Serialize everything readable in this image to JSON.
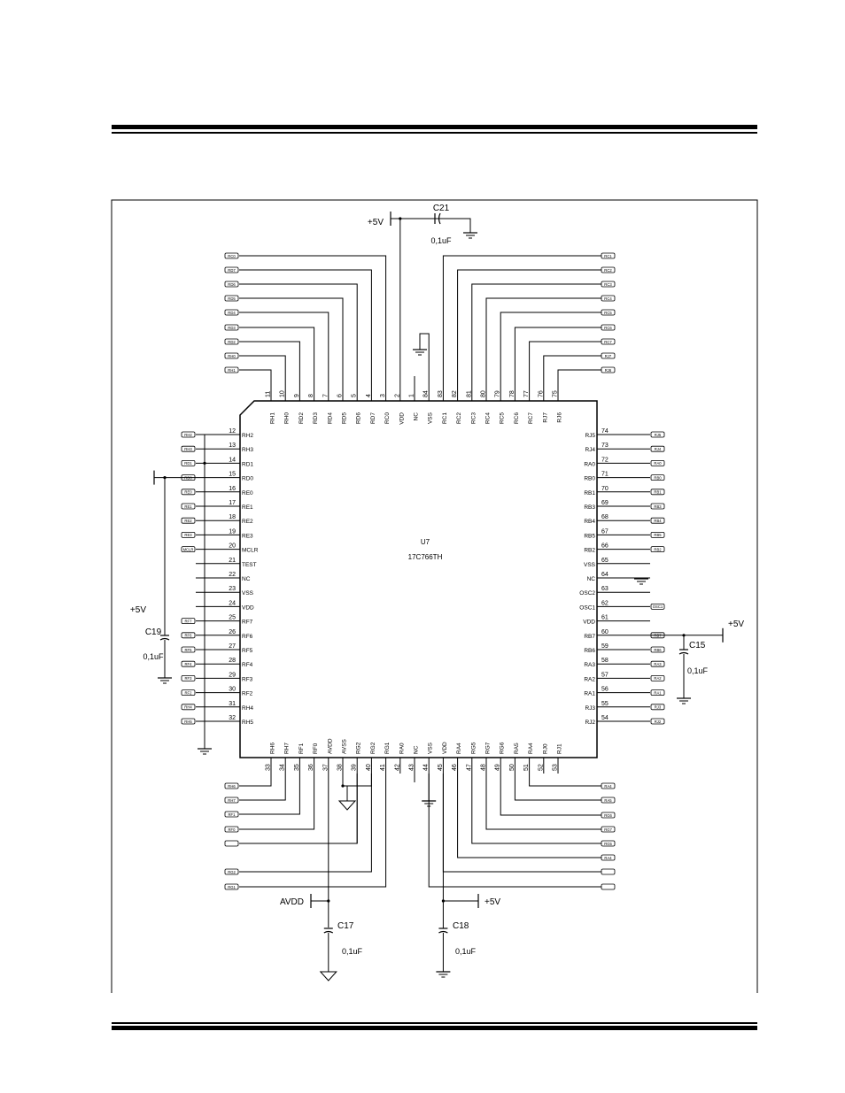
{
  "chip": {
    "ref": "U7",
    "part": "17C766TH"
  },
  "pins": [
    {
      "num": "11",
      "name": "RH1",
      "net": "RH1"
    },
    {
      "num": "10",
      "name": "RH0",
      "net": "RH0"
    },
    {
      "num": "9",
      "name": "RD2",
      "net": "RD2"
    },
    {
      "num": "8",
      "name": "RD3",
      "net": "RD3"
    },
    {
      "num": "7",
      "name": "RD4",
      "net": "RD4"
    },
    {
      "num": "6",
      "name": "RD5",
      "net": "RD5"
    },
    {
      "num": "5",
      "name": "RD6",
      "net": "RD6"
    },
    {
      "num": "4",
      "name": "RD7",
      "net": "RD7"
    },
    {
      "num": "3",
      "name": "RC0",
      "net": "RC0"
    },
    {
      "num": "2",
      "name": "VDD",
      "net": ""
    },
    {
      "num": "1",
      "name": "NC",
      "net": ""
    },
    {
      "num": "84",
      "name": "VSS",
      "net": ""
    },
    {
      "num": "83",
      "name": "RC1",
      "net": "RC1"
    },
    {
      "num": "82",
      "name": "RC2",
      "net": "RC2"
    },
    {
      "num": "81",
      "name": "RC3",
      "net": "RC3"
    },
    {
      "num": "80",
      "name": "RC4",
      "net": "RC4"
    },
    {
      "num": "79",
      "name": "RC5",
      "net": "RC5"
    },
    {
      "num": "78",
      "name": "RC6",
      "net": "RC6"
    },
    {
      "num": "77",
      "name": "RC7",
      "net": "RC7"
    },
    {
      "num": "76",
      "name": "RJ7",
      "net": "RJ7"
    },
    {
      "num": "75",
      "name": "RJ6",
      "net": "RJ6"
    },
    {
      "num": "12",
      "name": "RH2",
      "net": "RH2"
    },
    {
      "num": "13",
      "name": "RH3",
      "net": "RH3"
    },
    {
      "num": "14",
      "name": "RD1",
      "net": "RD1"
    },
    {
      "num": "15",
      "name": "RD0",
      "net": "RD0"
    },
    {
      "num": "16",
      "name": "RE0",
      "net": "RE0"
    },
    {
      "num": "17",
      "name": "RE1",
      "net": "RE1"
    },
    {
      "num": "18",
      "name": "RE2",
      "net": "RE2"
    },
    {
      "num": "19",
      "name": "RE3",
      "net": "RE3"
    },
    {
      "num": "20",
      "name": "MCLR",
      "net": "MCLR"
    },
    {
      "num": "21",
      "name": "TEST",
      "net": ""
    },
    {
      "num": "22",
      "name": "NC",
      "net": ""
    },
    {
      "num": "23",
      "name": "VSS",
      "net": ""
    },
    {
      "num": "24",
      "name": "VDD",
      "net": ""
    },
    {
      "num": "25",
      "name": "RF7",
      "net": "RF7"
    },
    {
      "num": "26",
      "name": "RF6",
      "net": "RF6"
    },
    {
      "num": "27",
      "name": "RF5",
      "net": "RF5"
    },
    {
      "num": "28",
      "name": "RF4",
      "net": "RF4"
    },
    {
      "num": "29",
      "name": "RF3",
      "net": "RF3"
    },
    {
      "num": "30",
      "name": "RF2",
      "net": "RF2"
    },
    {
      "num": "31",
      "name": "RH4",
      "net": "RH4"
    },
    {
      "num": "32",
      "name": "RH5",
      "net": "RH5"
    },
    {
      "num": "74",
      "name": "RJ5",
      "net": "RJ5"
    },
    {
      "num": "73",
      "name": "RJ4",
      "net": "RJ4"
    },
    {
      "num": "72",
      "name": "RA0",
      "net": "RA0"
    },
    {
      "num": "71",
      "name": "RB0",
      "net": "RB0"
    },
    {
      "num": "70",
      "name": "RB1",
      "net": "RB1"
    },
    {
      "num": "69",
      "name": "RB3",
      "net": "RB3"
    },
    {
      "num": "68",
      "name": "RB4",
      "net": "RB4"
    },
    {
      "num": "67",
      "name": "RB5",
      "net": "RB5"
    },
    {
      "num": "66",
      "name": "RB2",
      "net": "RB2"
    },
    {
      "num": "65",
      "name": "VSS",
      "net": ""
    },
    {
      "num": "64",
      "name": "NC",
      "net": ""
    },
    {
      "num": "63",
      "name": "OSC2",
      "net": ""
    },
    {
      "num": "62",
      "name": "OSC1",
      "net": "OSC1"
    },
    {
      "num": "61",
      "name": "VDD",
      "net": ""
    },
    {
      "num": "60",
      "name": "RB7",
      "net": "RB7"
    },
    {
      "num": "59",
      "name": "RB6",
      "net": "RB6"
    },
    {
      "num": "58",
      "name": "RA3",
      "net": "RA3"
    },
    {
      "num": "57",
      "name": "RA2",
      "net": "RA2"
    },
    {
      "num": "56",
      "name": "RA1",
      "net": "RA1"
    },
    {
      "num": "55",
      "name": "RJ3",
      "net": "RJ3"
    },
    {
      "num": "54",
      "name": "RJ2",
      "net": "RJ2"
    },
    {
      "num": "33",
      "name": "RH6",
      "net": "RH6"
    },
    {
      "num": "34",
      "name": "RH7",
      "net": "RH7"
    },
    {
      "num": "35",
      "name": "RF1",
      "net": "RF1"
    },
    {
      "num": "36",
      "name": "RF0",
      "net": "RF0"
    },
    {
      "num": "37",
      "name": "AVDD",
      "net": ""
    },
    {
      "num": "38",
      "name": "AVSS",
      "net": ""
    },
    {
      "num": "39",
      "name": "RG2",
      "net": ""
    },
    {
      "num": "40",
      "name": "RG2",
      "net": "RG2"
    },
    {
      "num": "41",
      "name": "RG1",
      "net": "RG1"
    },
    {
      "num": "42",
      "name": "RA0",
      "net": "RA0"
    },
    {
      "num": "43",
      "name": "NC",
      "net": ""
    },
    {
      "num": "44",
      "name": "VSS",
      "net": ""
    },
    {
      "num": "45",
      "name": "VDD",
      "net": ""
    },
    {
      "num": "46",
      "name": "RA4",
      "net": "RA4"
    },
    {
      "num": "47",
      "name": "RG5",
      "net": "RG5"
    },
    {
      "num": "48",
      "name": "RG7",
      "net": "RG7"
    },
    {
      "num": "49",
      "name": "RG6",
      "net": "RG6"
    },
    {
      "num": "50",
      "name": "RA5",
      "net": "RA5"
    },
    {
      "num": "51",
      "name": "RA4",
      "net": "RA4"
    },
    {
      "num": "52",
      "name": "RJ0",
      "net": "RJ0"
    },
    {
      "num": "53",
      "name": "RJ1",
      "net": "RJ1"
    }
  ],
  "caps": [
    {
      "ref": "C21",
      "value": "0,1uF",
      "supply": "+5V"
    },
    {
      "ref": "C19",
      "value": "0,1uF",
      "supply": "+5V"
    },
    {
      "ref": "C15",
      "value": "0,1uF",
      "supply": "+5V"
    },
    {
      "ref": "C17",
      "value": "0,1uF",
      "supply": "AVDD"
    },
    {
      "ref": "C18",
      "value": "0,1uF",
      "supply": "+5V"
    }
  ]
}
